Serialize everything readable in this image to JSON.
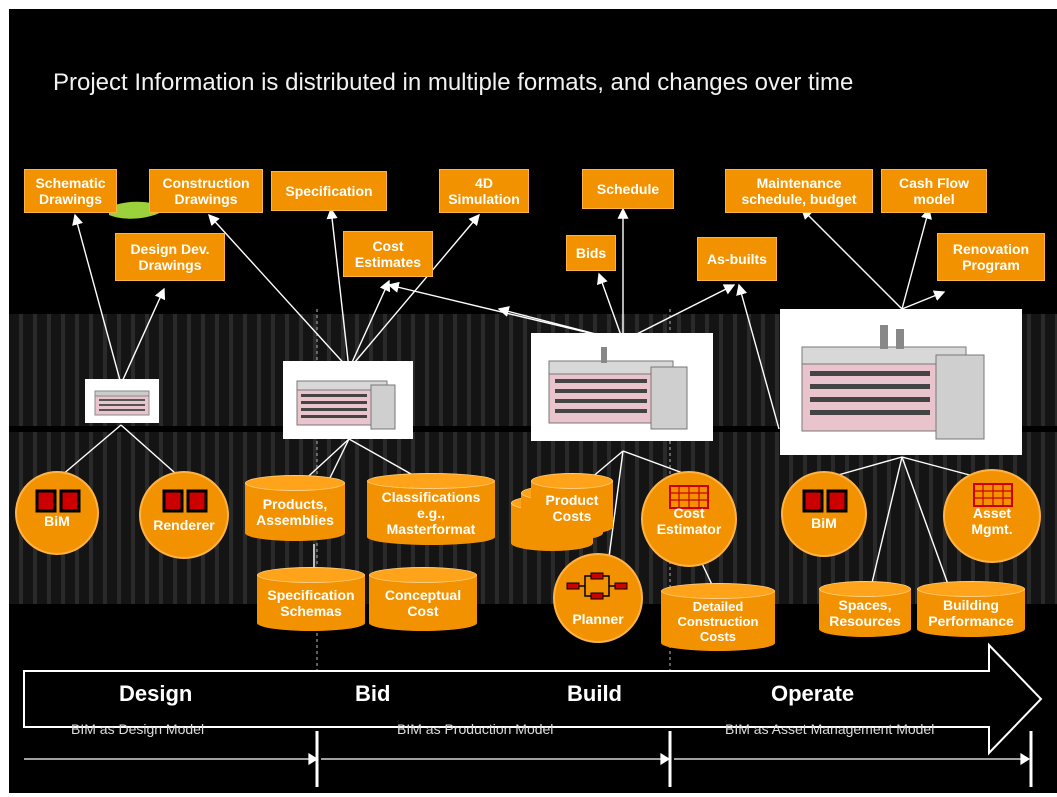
{
  "title": "Project Information is distributed in multiple formats, and changes over time",
  "top_boxes": {
    "schematic": "Schematic\nDrawings",
    "construction": "Construction\nDrawings",
    "specification": "Specification",
    "sim4d": "4D\nSimulation",
    "schedule": "Schedule",
    "maintenance": "Maintenance\nschedule, budget",
    "cashflow": "Cash Flow\nmodel",
    "design_dev": "Design Dev.\nDrawings",
    "cost_estimates": "Cost\nEstimates",
    "bids": "Bids",
    "asbuilts": "As-builts",
    "renovation": "Renovation\nProgram"
  },
  "tools": {
    "bim1": "BiM",
    "renderer": "Renderer",
    "cost_estimator": "Cost\nEstimator",
    "planner": "Planner",
    "bim2": "BiM",
    "asset": "Asset\nMgmt."
  },
  "databases": {
    "products": "Products,\nAssemblies",
    "classifications": "Classifications\ne.g.,\nMasterformat",
    "spec_schemas": "Specification\nSchemas",
    "conceptual_cost": "Conceptual\nCost",
    "product_costs": "Product\nCosts",
    "detailed_costs": "Detailed\nConstruction\nCosts",
    "spaces": "Spaces,\nResources",
    "building_perf": "Building\nPerformance"
  },
  "phases": [
    "Design",
    "Bid",
    "Build",
    "Operate"
  ],
  "models": [
    "BIM as Design Model",
    "BIM as Production Model",
    "BIM as Asset Management Model"
  ],
  "colors": {
    "accent": "#f39200",
    "background": "#000000",
    "text": "#ffffff"
  }
}
